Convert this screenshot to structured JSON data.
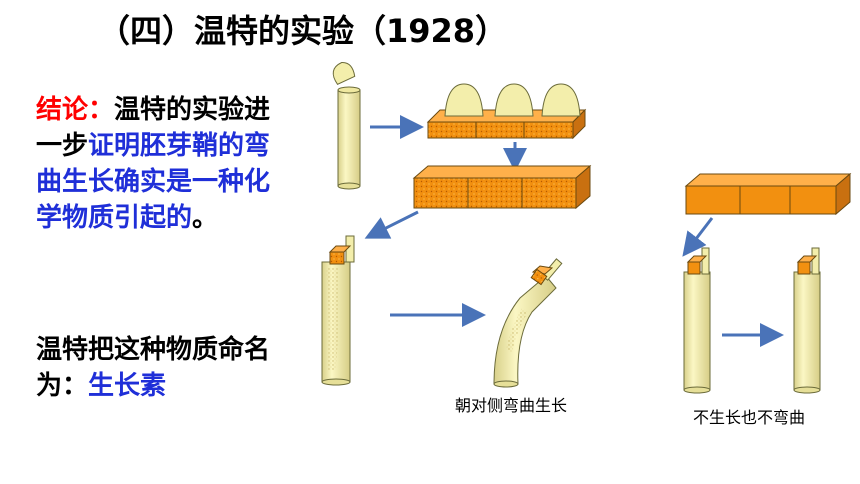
{
  "title": "（四）温特的实验（1928）",
  "conclusion": {
    "label": "结论：",
    "text_before": "温特的实验进一步",
    "highlight": "证明胚芽鞘的弯曲生长确实是一种化学物质引起的",
    "text_after": "。"
  },
  "naming": {
    "text": "温特把这种物质命名为：",
    "term": "生长素"
  },
  "captions": {
    "bend": "朝对侧弯曲生长",
    "no_growth": "不生长也不弯曲"
  },
  "colors": {
    "block": "#f29010",
    "coleoptile": "#f3eeab",
    "arrow": "#4a73b8",
    "label_red": "#ff0000",
    "highlight_blue": "#1f2fd8"
  }
}
